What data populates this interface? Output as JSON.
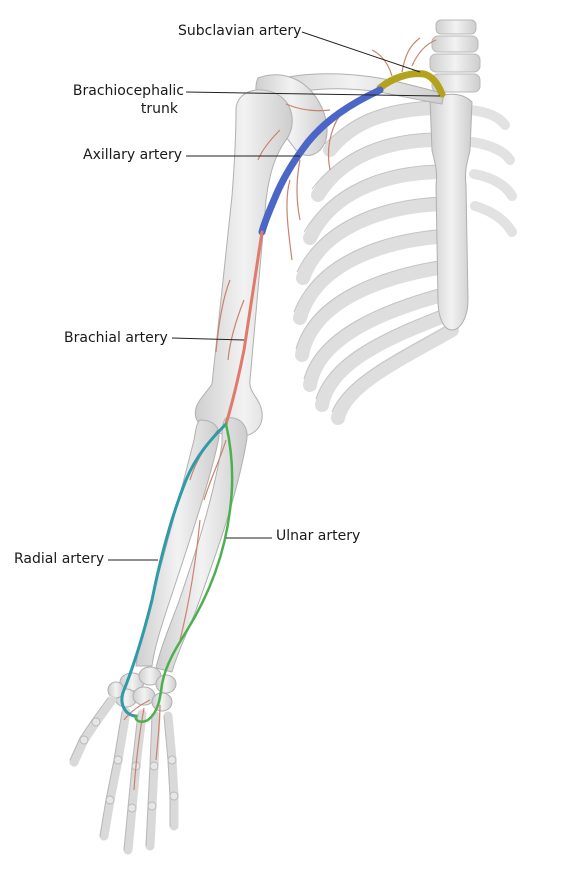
{
  "labels": {
    "subclavian": "Subclavian artery",
    "brachiocephalic_line1": "Brachiocephalic",
    "brachiocephalic_line2": "trunk",
    "axillary": "Axillary artery",
    "brachial": "Brachial artery",
    "ulnar": "Ulnar artery",
    "radial": "Radial artery"
  },
  "colors": {
    "subclavian": "#b3a21c",
    "axillary": "#4a66c7",
    "brachial": "#e07a6a",
    "radial": "#2f9aa8",
    "ulnar": "#4caf50",
    "small_vessels": "#c9836f",
    "bone": "#e3e3e3",
    "bone_outline": "#b9b9b9",
    "leader": "#222222"
  }
}
